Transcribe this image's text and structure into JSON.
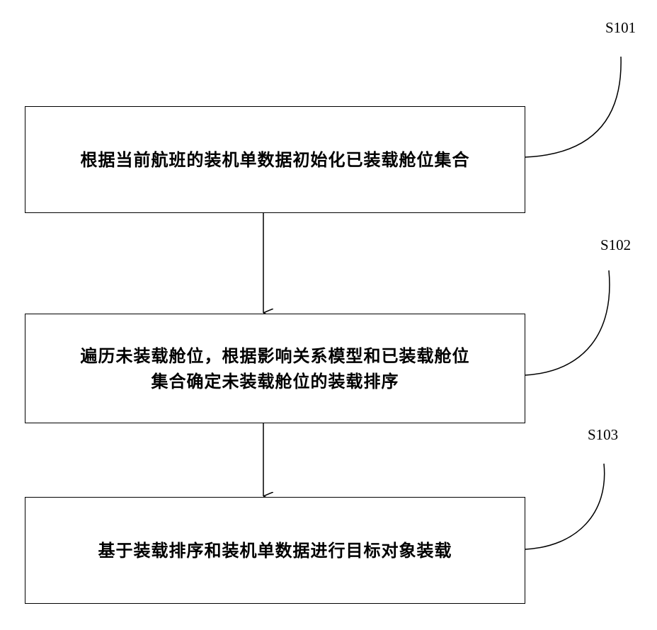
{
  "steps": [
    {
      "id": "S101",
      "label": "S101",
      "lines": [
        "根据当前航班的装机单数据初始化已装载舱位集合"
      ]
    },
    {
      "id": "S102",
      "label": "S102",
      "lines": [
        "遍历未装载舱位，根据影响关系模型和已装载舱位",
        "集合确定未装载舱位的装载排序"
      ]
    },
    {
      "id": "S103",
      "label": "S103",
      "lines": [
        "基于装载排序和装机单数据进行目标对象装载"
      ]
    }
  ],
  "colors": {
    "line": "#000000",
    "background": "#ffffff"
  }
}
